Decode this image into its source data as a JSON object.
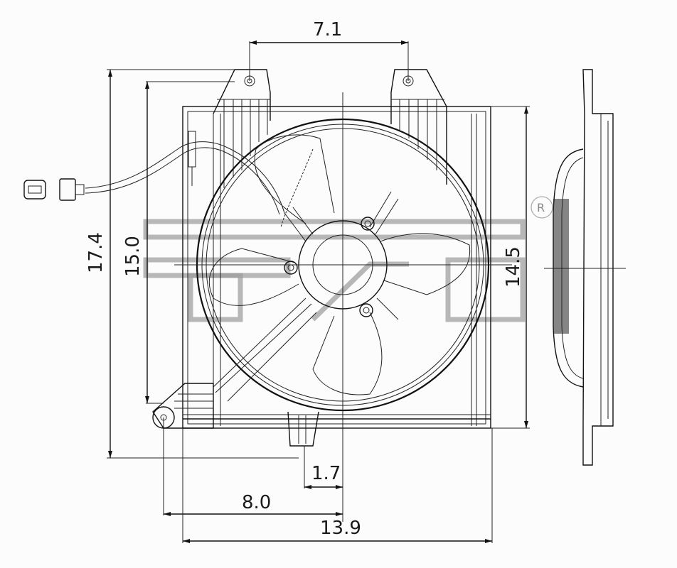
{
  "drawing": {
    "subject": "Radiator cooling fan assembly",
    "views": [
      "front-view",
      "side-view"
    ],
    "units_note": ""
  },
  "dimensions": {
    "top_mount_spacing": "7.1",
    "overall_height": "17.4",
    "shroud_height_left": "15.0",
    "shroud_height_right": "14.5",
    "tab_offset": "1.7",
    "mount_to_center": "8.0",
    "overall_width": "13.9"
  },
  "watermark": {
    "registered_mark": "R"
  },
  "colors": {
    "line": "#111111",
    "background": "#fcfcfc",
    "watermark": "#9a9a9a"
  }
}
